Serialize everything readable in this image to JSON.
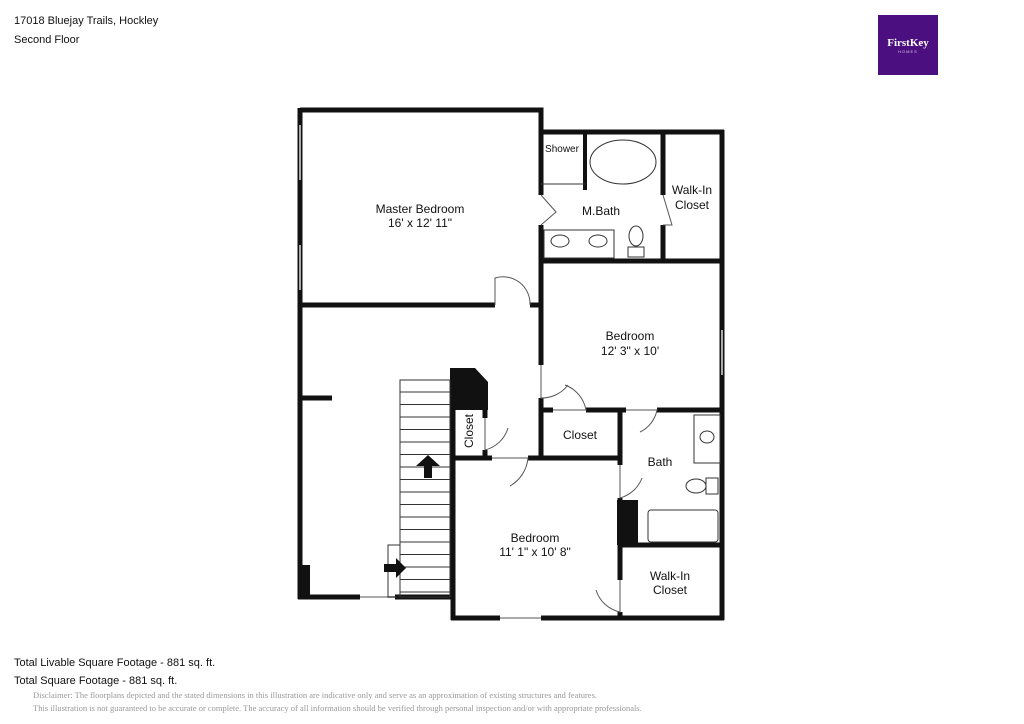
{
  "header": {
    "address": "17018 Bluejay Trails, Hockley",
    "floor": "Second Floor"
  },
  "logo": {
    "brand": "FirstKey",
    "sub": "HOMES",
    "color": "#4b0f7f"
  },
  "rooms": [
    {
      "name": "Master Bedroom",
      "dims": "16' x 12' 11\""
    },
    {
      "name": "M.Bath",
      "dims": ""
    },
    {
      "name": "Shower",
      "dims": ""
    },
    {
      "name": "Walk-In",
      "name2": "Closet"
    },
    {
      "name": "Bedroom",
      "dims": "12' 3\" x 10'"
    },
    {
      "name": "Closet"
    },
    {
      "name": "Closet"
    },
    {
      "name": "Bath"
    },
    {
      "name": "Bedroom",
      "dims": "11' 1\" x 10' 8\""
    },
    {
      "name": "Walk-In",
      "name2": "Closet"
    }
  ],
  "footer": {
    "livable": "Total Livable Square Footage - 881 sq. ft.",
    "total": "Total Square Footage - 881 sq. ft.",
    "disclaimer1": "Disclaimer: The floorplans depicted and the stated dimensions in this illustration are indicative only and serve as an approximation of existing structures and features.",
    "disclaimer2": "This illustration is not guaranteed to be accurate or complete. The accuracy of all information should be verified through personal inspection and/or with appropriate professionals."
  }
}
